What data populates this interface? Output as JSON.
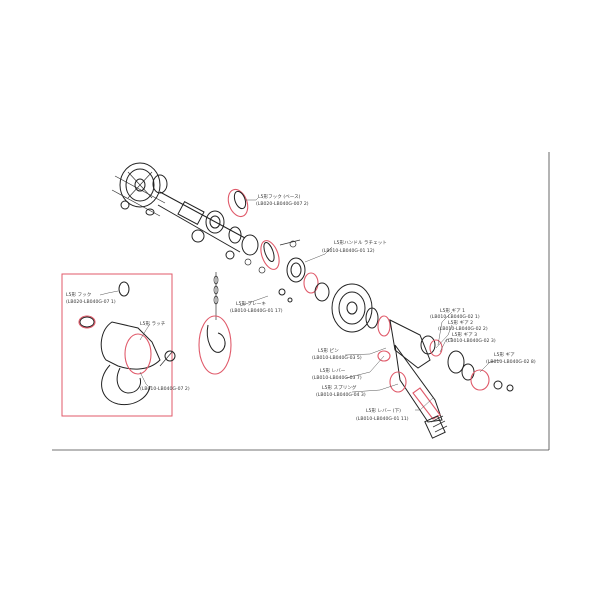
{
  "diagram": {
    "accent_color": "#e05a6a",
    "line_color": "#222222",
    "labels": [
      {
        "id": "c1",
        "line1": "L5形フック (ベース)",
        "line2": "(LB020-LB040G-007 2)"
      },
      {
        "id": "c2",
        "line1": "L5形ハンドル ラチェット",
        "line2": "(LB010-LB040G-01 12)"
      },
      {
        "id": "c3",
        "line1": "L5形 ブレーキ",
        "line2": "(LB010-LB040G-01 17)"
      },
      {
        "id": "c4",
        "line1": "L5形 ギア 1",
        "line2": "(LB010-LB040G-02 1)"
      },
      {
        "id": "c5",
        "line1": "L5形 ギア 2",
        "line2": "(LB010-LB040G-02 2)"
      },
      {
        "id": "c6",
        "line1": "L5形 ギア 3",
        "line2": "(LB010-LB040G-02 3)"
      },
      {
        "id": "c7",
        "line1": "L5形 ピン",
        "line2": "(LB010-LB040G-03 5)"
      },
      {
        "id": "c8",
        "line1": "L5形 レバー",
        "line2": "(LB010-LB040G-03 7)"
      },
      {
        "id": "c9",
        "line1": "L5形 スプリング",
        "line2": "(LB010-LB040G-04 3)"
      },
      {
        "id": "c10",
        "line1": "L5形 レバー (下)",
        "line2": "(LB010-LB040G-01 11)"
      },
      {
        "id": "c11",
        "line1": "L5形 ギア",
        "line2": "(LB010-LB040G-02 8)"
      },
      {
        "id": "c12",
        "line1": "L5形 フック",
        "line2": "(LB020-LB040G-07 1)"
      },
      {
        "id": "c13",
        "line1": "L5形 ラッチ",
        "line2": "(LB010-LB040G-07 2)"
      }
    ]
  }
}
